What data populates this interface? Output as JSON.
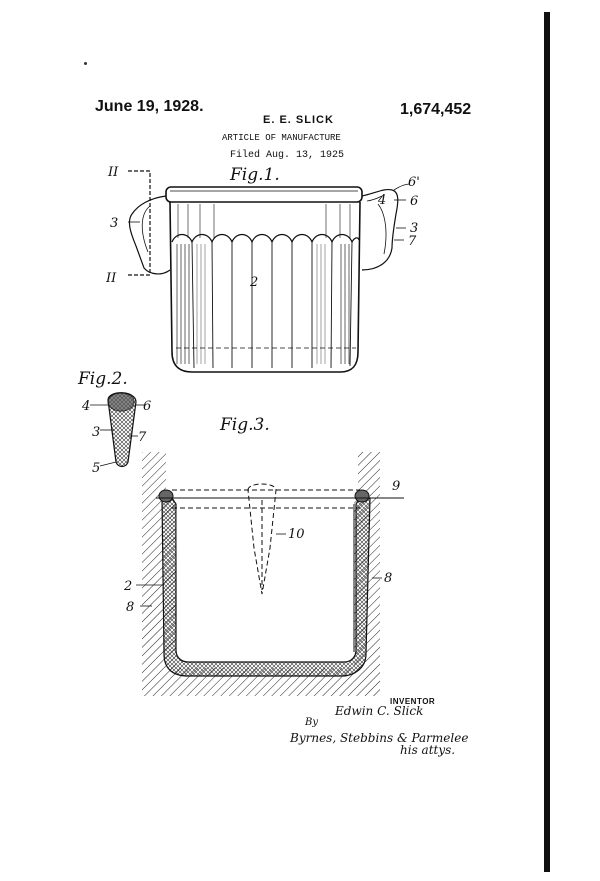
{
  "header": {
    "date": "June 19, 1928.",
    "inventor": "E. E. SLICK",
    "patent_number": "1,674,452",
    "title": "ARTICLE OF MANUFACTURE",
    "filed": "Filed Aug. 13, 1925"
  },
  "figures": {
    "fig1": "Fig.1.",
    "fig2": "Fig.2.",
    "fig3": "Fig.3."
  },
  "fig1_labels": {
    "ii_top": "II",
    "ii_bottom": "II",
    "three_left": "3",
    "two": "2",
    "four": "4",
    "six_prime": "6'",
    "six": "6",
    "three_right": "3",
    "seven": "7"
  },
  "fig2_labels": {
    "four": "4",
    "six": "6",
    "three": "3",
    "seven": "7",
    "five": "5"
  },
  "fig3_labels": {
    "nine": "9",
    "ten": "10",
    "two": "2",
    "eight_left": "8",
    "eight_right": "8"
  },
  "footer": {
    "inventor_label": "INVENTOR",
    "signature_name": "Edwin C. Slick",
    "signature_by": "By",
    "signature_attorneys": "Byrnes, Stebbins & Parmelee",
    "signature_role": "his attys."
  }
}
